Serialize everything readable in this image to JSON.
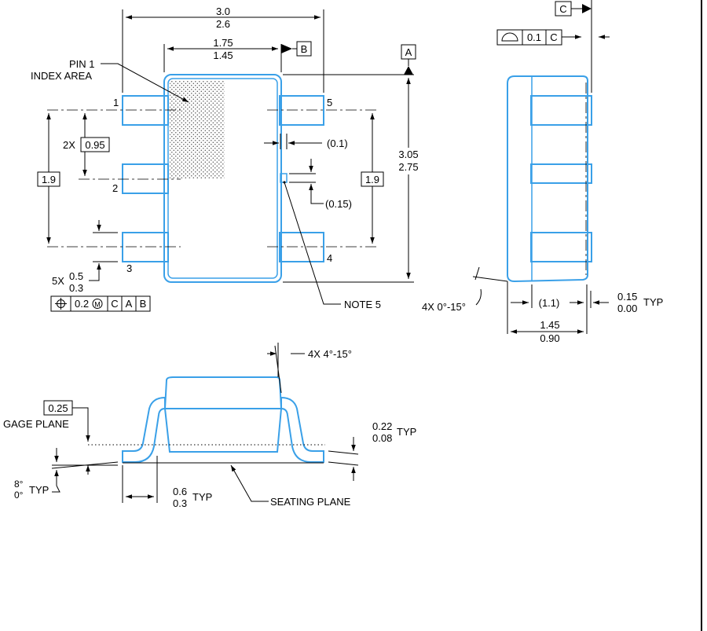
{
  "top_view": {
    "overall_width": {
      "max": "3.0",
      "min": "2.6"
    },
    "body_width": {
      "max": "1.75",
      "min": "1.45"
    },
    "datum_b": "B",
    "datum_a": "A",
    "overall_length": {
      "max": "3.05",
      "min": "2.75"
    },
    "pin1_label": "PIN 1",
    "index_label": "INDEX AREA",
    "pin_numbers": [
      "1",
      "2",
      "3",
      "4",
      "5"
    ],
    "pitch_prefix": "2X",
    "pitch": "0.95",
    "span_left": "1.9",
    "span_right": "1.9",
    "gap_top": "(0.1)",
    "gap_side": "(0.15)",
    "lead_prefix": "5X",
    "lead_width": {
      "max": "0.5",
      "min": "0.3"
    },
    "fcf": {
      "symbol": "⌖",
      "tol": "0.2",
      "modifier": "M",
      "datums": [
        "C",
        "A",
        "B"
      ]
    },
    "note": "NOTE 5"
  },
  "side_view": {
    "datum_c": "C",
    "profile": {
      "symbol": "⌓",
      "tol": "0.1",
      "datum": "C"
    },
    "angle": "4X 0°-15°",
    "dim_inner": "(1.1)",
    "dim_outer": {
      "max": "1.45",
      "min": "0.90"
    },
    "thickness": {
      "max": "0.15",
      "min": "0.00"
    },
    "typ": "TYP"
  },
  "end_view": {
    "angle": "4X 4°-15°",
    "gage_value": "0.25",
    "gage_label": "GAGE PLANE",
    "lead_thk": {
      "max": "0.22",
      "min": "0.08"
    },
    "foot_angle": {
      "max": "8°",
      "min": "0°"
    },
    "foot_len": {
      "max": "0.6",
      "min": "0.3"
    },
    "typ": "TYP",
    "seating_label": "SEATING PLANE"
  }
}
